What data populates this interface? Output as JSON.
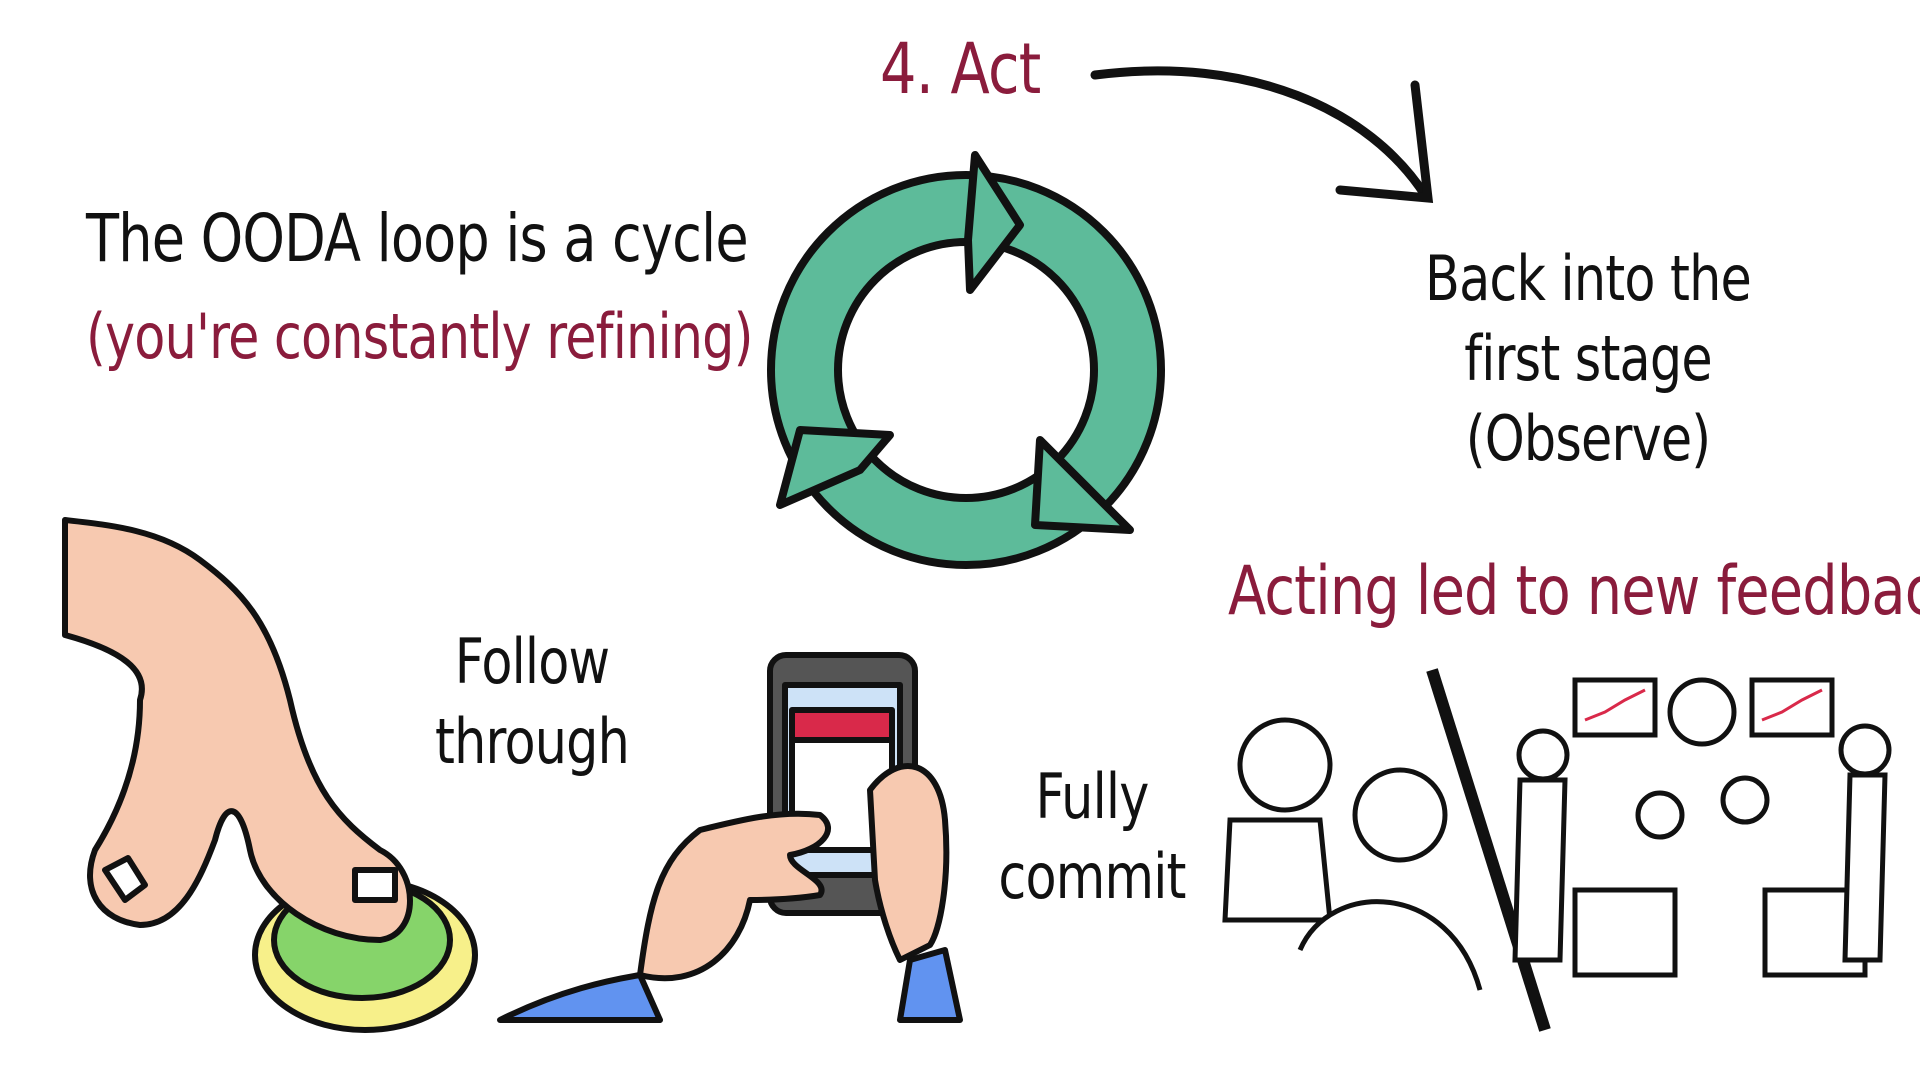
{
  "heading": "4. Act",
  "left_text": {
    "line1": "The OODA loop is a cycle",
    "line2": "(you're constantly refining)"
  },
  "right_text": {
    "line1": "Back into the",
    "line2": "first stage",
    "line3": "(Observe)"
  },
  "feedback_text": "Acting led to new feedback",
  "follow_text": {
    "line1": "Follow",
    "line2": "through"
  },
  "commit_text": {
    "line1": "Fully",
    "line2": "commit"
  },
  "colors": {
    "accent_red": "#8a1c3c",
    "cycle_green": "#5dbb9a",
    "button_green": "#86d46a",
    "button_rim": "#f7f08a",
    "skin": "#f7c9b0",
    "sleeve": "#6193f0"
  },
  "icons": [
    "cycle-arrows-icon",
    "curved-arrow-icon",
    "finger-button-illustration",
    "phone-calendar-illustration",
    "office-feedback-illustration"
  ]
}
